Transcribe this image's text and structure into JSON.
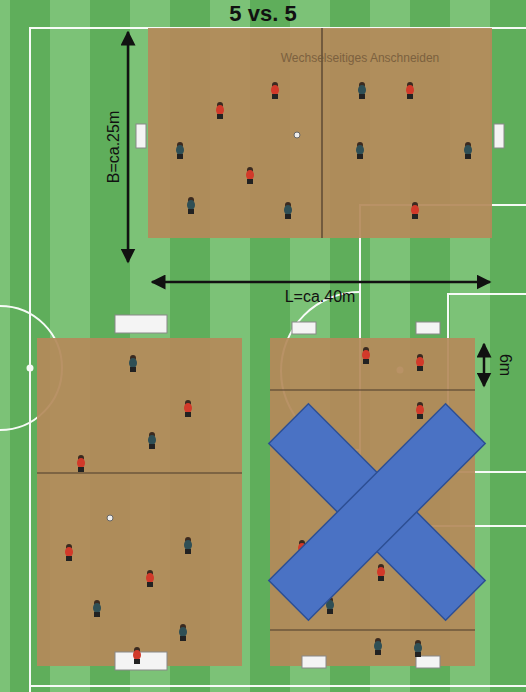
{
  "diagram": {
    "title": "5 vs. 5",
    "labels": [
      "B=ca.25m",
      "L=ca.40m",
      "6m",
      "Wechselseitiges Anschneiden"
    ]
  }
}
